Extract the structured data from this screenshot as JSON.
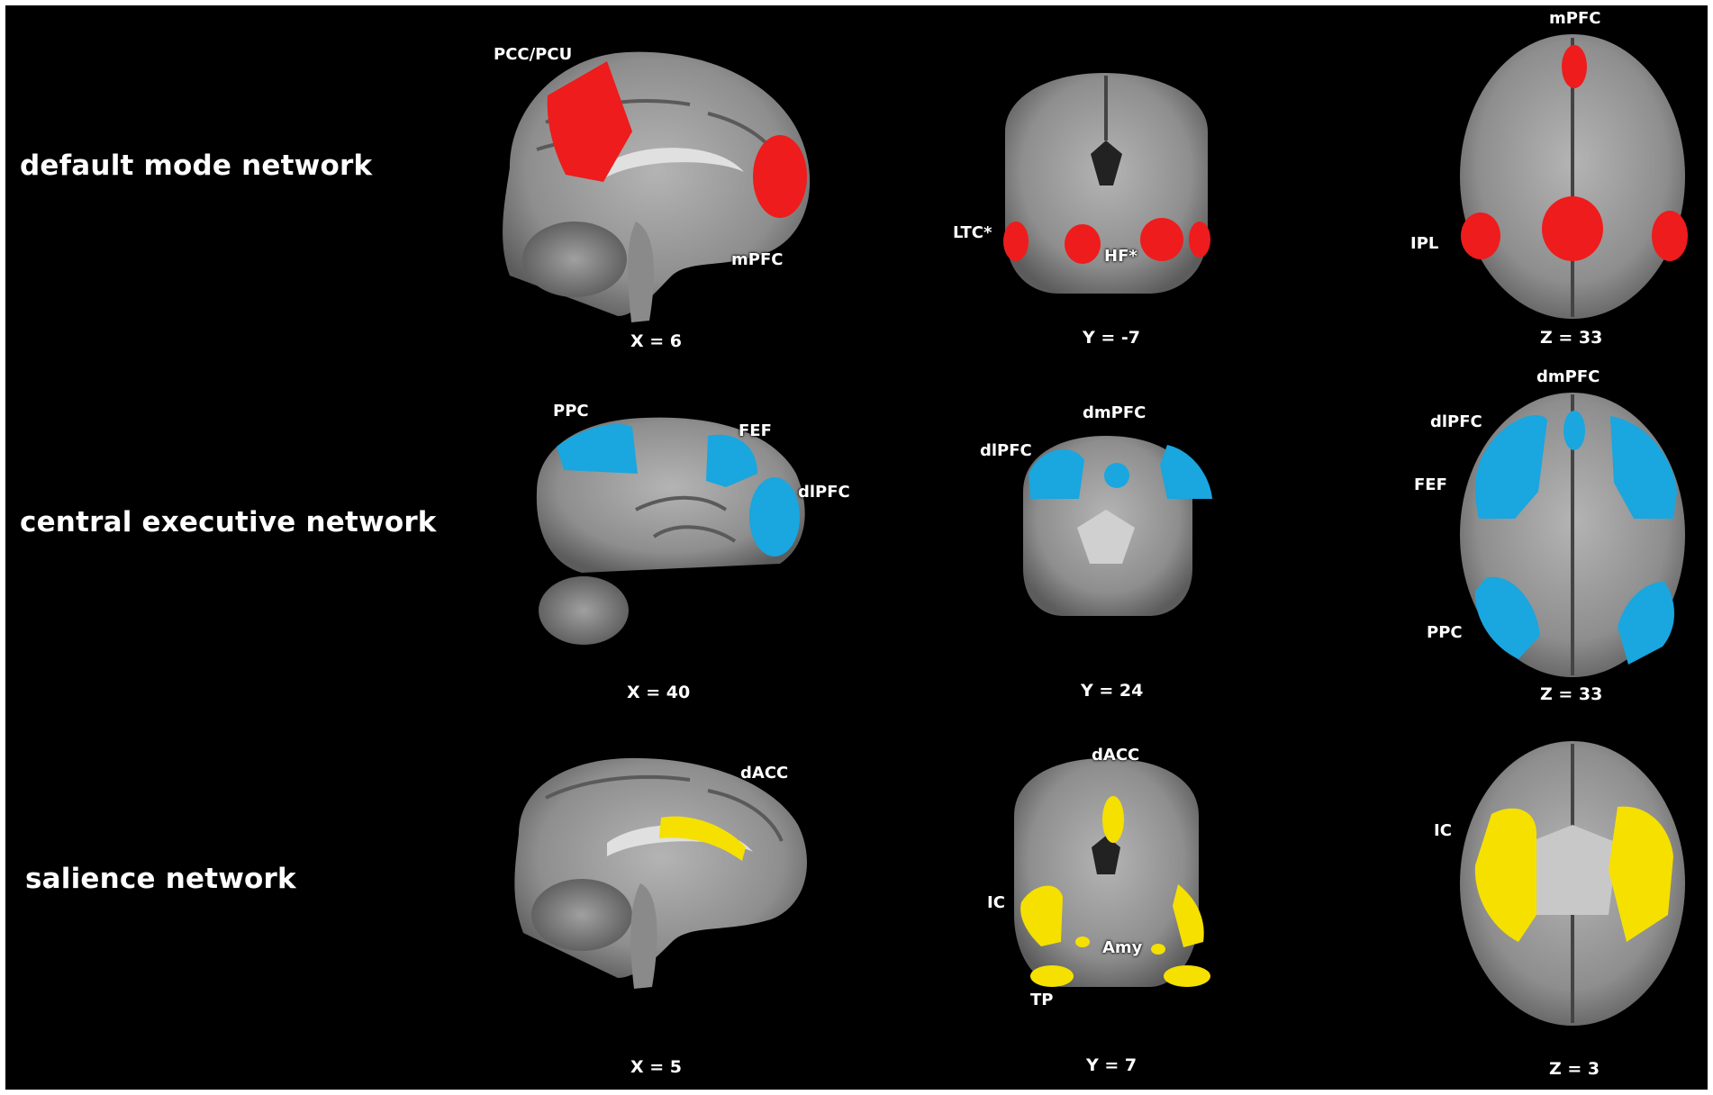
{
  "colors": {
    "background": "#000000",
    "default_mode_network": "#ee1c1c",
    "central_executive_network": "#1aa6de",
    "salience_network": "#f5e000",
    "brain_tissue": "#9a9a9a"
  },
  "networks": [
    {
      "name": "default mode network",
      "color_key": "default_mode_network",
      "slices": [
        {
          "view": "sagittal",
          "coord": "X = 6",
          "regions": [
            "PCC/PCU",
            "mPFC"
          ]
        },
        {
          "view": "coronal",
          "coord": "Y = -7",
          "regions": [
            "LTC*",
            "HF*"
          ]
        },
        {
          "view": "axial",
          "coord": "Z = 33",
          "regions": [
            "mPFC",
            "IPL"
          ]
        }
      ]
    },
    {
      "name": "central executive network",
      "color_key": "central_executive_network",
      "slices": [
        {
          "view": "sagittal",
          "coord": "X = 40",
          "regions": [
            "PPC",
            "FEF",
            "dlPFC"
          ]
        },
        {
          "view": "coronal",
          "coord": "Y = 24",
          "regions": [
            "dmPFC",
            "dlPFC"
          ]
        },
        {
          "view": "axial",
          "coord": "Z = 33",
          "regions": [
            "dmPFC",
            "dlPFC",
            "FEF",
            "PPC"
          ]
        }
      ]
    },
    {
      "name": "salience network",
      "color_key": "salience_network",
      "slices": [
        {
          "view": "sagittal",
          "coord": "X = 5",
          "regions": [
            "dACC"
          ]
        },
        {
          "view": "coronal",
          "coord": "Y = 7",
          "regions": [
            "dACC",
            "IC",
            "Amy",
            "TP"
          ]
        },
        {
          "view": "axial",
          "coord": "Z = 3",
          "regions": [
            "IC"
          ]
        }
      ]
    }
  ]
}
